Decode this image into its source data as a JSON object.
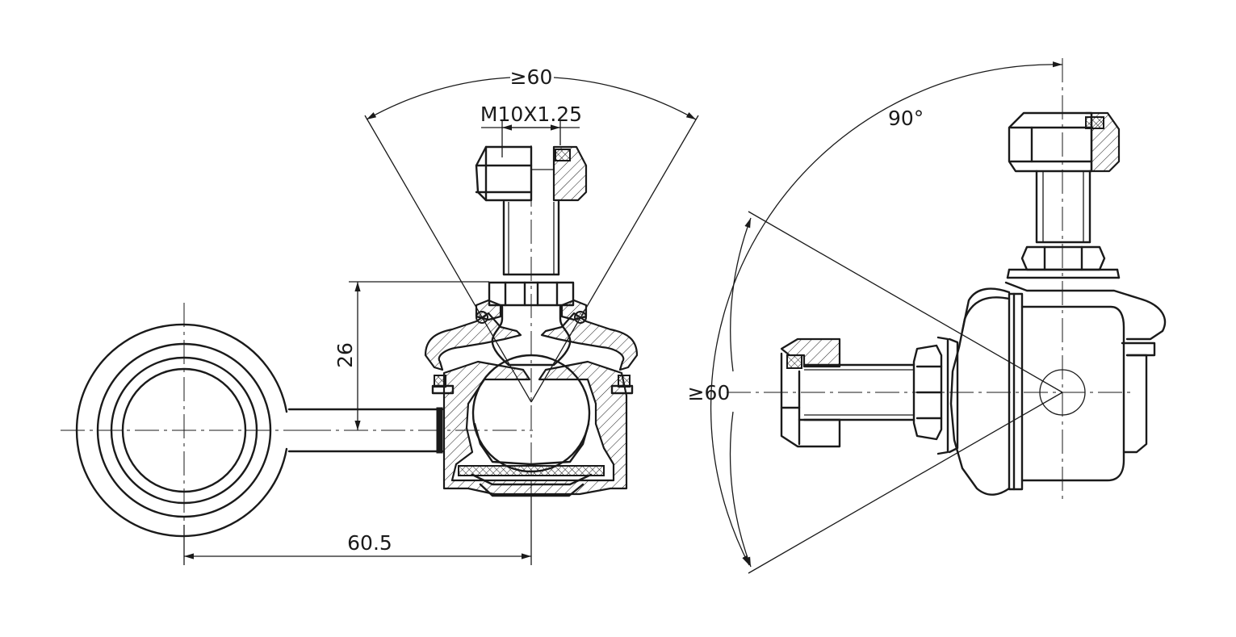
{
  "dimensions": {
    "bolt_thread": "M10X1.25",
    "boot_angle_front": "≥60",
    "ball_height": "26",
    "arm_length": "60.5",
    "side_sweep_angle": "90°",
    "side_boot_angle": "≥60"
  }
}
